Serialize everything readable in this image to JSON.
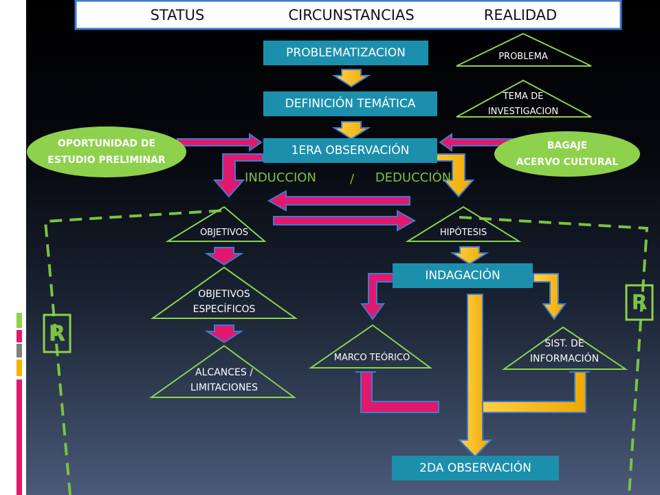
{
  "header": {
    "status": "STATUS",
    "circunstancias": "CIRCUNSTANCIAS",
    "realidad": "REALIDAD"
  },
  "boxes": {
    "problematizacion": "PROBLEMATIZACION",
    "definicion": "DEFINICIÓN TEMÁTICA",
    "observacion1": "1ERA OBSERVACIÓN",
    "indagacion": "INDAGACIÓN",
    "observacion2": "2DA OBSERVACIÓN"
  },
  "ellipses": {
    "oportunidad": [
      "OPORTUNIDAD DE",
      "ESTUDIO PRELIMINAR"
    ],
    "bagaje": [
      "BAGAJE",
      "ACERVO CULTURAL"
    ]
  },
  "method": {
    "induccion": "INDUCCION",
    "separator": "/",
    "deduccion": "DEDUCCIÓN"
  },
  "triangles": {
    "problema": "PROBLEMA",
    "tema": [
      "TEMA DE",
      "INVESTIGACION"
    ],
    "objetivos": "OBJETIVOS",
    "hipotesis": "HIPÓTESIS",
    "objetivos_especificos": [
      "OBJETIVOS",
      "ESPECÍFICOS"
    ],
    "alcances": [
      "ALCANCES /",
      "LIMITACIONES"
    ],
    "marco": "MARCO TEÓRICO",
    "sistema": [
      "SIST. DE",
      "INFORMACIÓN"
    ]
  },
  "side_letters": {
    "left": "R",
    "right": "R"
  },
  "colors": {
    "box": "#1c8fad",
    "green": "#8ed14d",
    "magenta": "#e0196e",
    "gold": "#f5b400",
    "blue_edge": "#3d7cd0",
    "dash": "#7dc243",
    "method_text": "#7dc243"
  }
}
